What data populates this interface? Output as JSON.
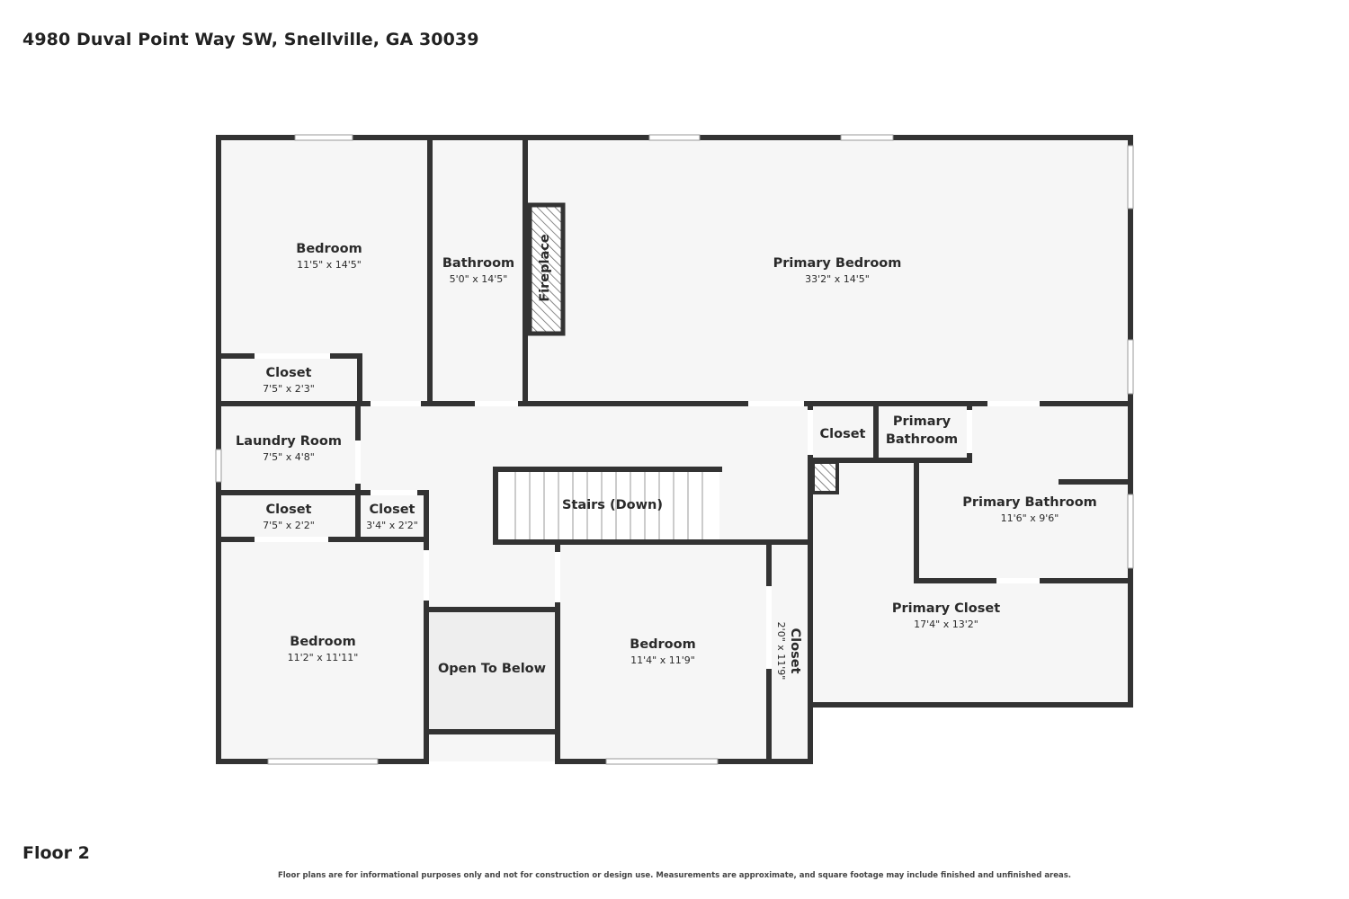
{
  "header": {
    "address": "4980 Duval Point Way SW, Snellville, GA 30039"
  },
  "footer": {
    "floor": "Floor 2",
    "disclaimer": "Floor plans are for informational purposes only and not for construction or design use. Measurements are approximate, and square footage may include finished and unfinished areas."
  },
  "rooms": {
    "bedroom_nw": {
      "name": "Bedroom",
      "dims": "11'5\" x 14'5\""
    },
    "bathroom": {
      "name": "Bathroom",
      "dims": "5'0\" x 14'5\""
    },
    "fireplace": {
      "name": "Fireplace"
    },
    "primary_bedroom": {
      "name": "Primary Bedroom",
      "dims": "33'2\" x 14'5\""
    },
    "closet_a": {
      "name": "Closet",
      "dims": "7'5\" x 2'3\""
    },
    "laundry": {
      "name": "Laundry Room",
      "dims": "7'5\" x 4'8\""
    },
    "closet_b": {
      "name": "Closet",
      "dims": "7'5\" x 2'2\""
    },
    "closet_c": {
      "name": "Closet",
      "dims": "3'4\" x 2'2\""
    },
    "stairs": {
      "name": "Stairs (Down)"
    },
    "closet_d": {
      "name": "Closet"
    },
    "primary_bath_small": {
      "name_line1": "Primary",
      "name_line2": "Bathroom"
    },
    "primary_bathroom": {
      "name": "Primary Bathroom",
      "dims": "11'6\" x 9'6\""
    },
    "bedroom_sw": {
      "name": "Bedroom",
      "dims": "11'2\" x 11'11\""
    },
    "open_to_below": {
      "name": "Open To Below"
    },
    "bedroom_s": {
      "name": "Bedroom",
      "dims": "11'4\" x 11'9\""
    },
    "closet_e": {
      "name": "Closet",
      "dims": "2'0\" x 11'9\""
    },
    "primary_closet": {
      "name": "Primary Closet",
      "dims": "17'4\" x 13'2\""
    }
  },
  "colors": {
    "wall": "#333333",
    "floor": "#f6f6f6",
    "open_below": "#eeeeee",
    "window": "#ffffff"
  }
}
